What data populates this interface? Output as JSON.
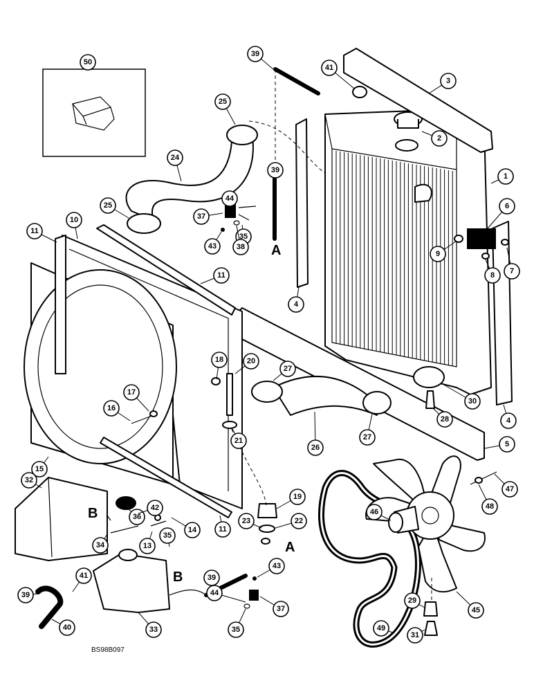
{
  "figure_code": "BS98B097",
  "ref_letters": {
    "a": "A",
    "b": "B"
  },
  "callouts": [
    "1",
    "2",
    "3",
    "4",
    "5",
    "6",
    "7",
    "8",
    "9",
    "10",
    "11",
    "13",
    "14",
    "15",
    "16",
    "17",
    "18",
    "19",
    "20",
    "21",
    "22",
    "23",
    "24",
    "25",
    "26",
    "27",
    "28",
    "29",
    "30",
    "31",
    "32",
    "33",
    "34",
    "35",
    "36",
    "37",
    "38",
    "39",
    "40",
    "41",
    "42",
    "43",
    "44",
    "45",
    "46",
    "47",
    "48",
    "49",
    "50"
  ]
}
